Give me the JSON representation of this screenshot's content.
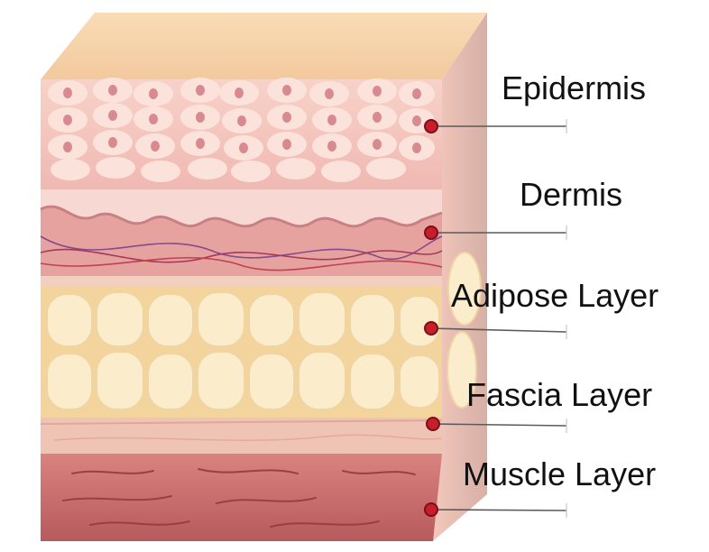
{
  "diagram": {
    "labels": {
      "epidermis": "Epidermis",
      "dermis": "Dermis",
      "adipose": "Adipose Layer",
      "fascia": "Fascia Layer",
      "muscle": "Muscle Layer"
    },
    "colors": {
      "top_face": "#f7d4a8",
      "epidermis": "#f5c9c2",
      "epidermis_cell": "#fbe5df",
      "nucleus": "#d98a90",
      "dermis": "#e9a7a3",
      "adipose_bg": "#f4d7a2",
      "fat_cell": "#fbeed0",
      "fascia": "#f0c6b6",
      "muscle": "#c8696a",
      "muscle_fiber": "#9b3f45",
      "marker": "#c81e2b",
      "leader_line": "#555555"
    }
  }
}
